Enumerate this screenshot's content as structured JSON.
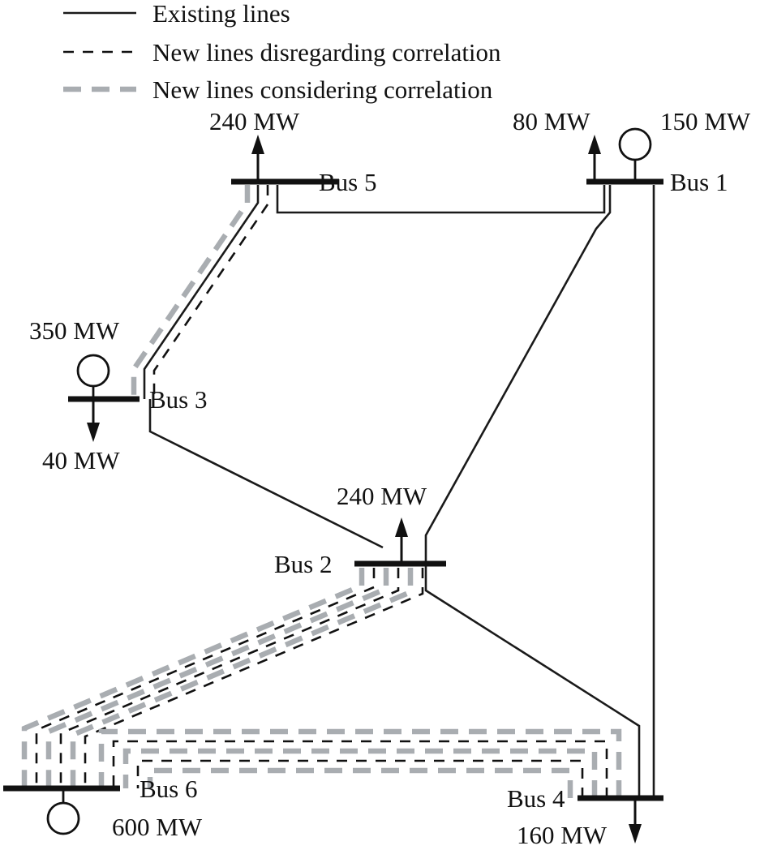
{
  "figure": {
    "kind": "power-system-one-line-diagram",
    "description": "Six-bus transmission expansion planning network"
  },
  "legend": {
    "items": [
      {
        "style": "solid-black",
        "label": "Existing lines"
      },
      {
        "style": "dashed-black",
        "label": "New lines disregarding correlation"
      },
      {
        "style": "dashed-gray",
        "label": "New lines considering correlation"
      }
    ]
  },
  "colors": {
    "existing": "#1a1a1a",
    "new_disregarding": "#111111",
    "new_considering": "#a9adb1",
    "busbar": "#111111",
    "background": "#ffffff"
  },
  "buses": [
    {
      "id": "bus1",
      "label": "Bus 1",
      "generation": "150 MW",
      "load": "80 MW"
    },
    {
      "id": "bus2",
      "label": "Bus 2",
      "generation": "",
      "load": "240 MW"
    },
    {
      "id": "bus3",
      "label": "Bus 3",
      "generation": "350 MW",
      "load": "40 MW"
    },
    {
      "id": "bus4",
      "label": "Bus 4",
      "generation": "",
      "load": "160 MW"
    },
    {
      "id": "bus5",
      "label": "Bus 5",
      "generation": "",
      "load": "240 MW"
    },
    {
      "id": "bus6",
      "label": "Bus 6",
      "generation": "600 MW",
      "load": ""
    }
  ],
  "annotations": {
    "bus5_load": "240 MW",
    "bus1_load": "80 MW",
    "bus1_gen": "150 MW",
    "bus3_gen": "350 MW",
    "bus3_load": "40 MW",
    "bus2_load": "240 MW",
    "bus6_gen": "600 MW",
    "bus4_load": "160 MW"
  },
  "corridors": [
    {
      "from": "bus5",
      "to": "bus3",
      "existing": 1,
      "new_disregarding": 1,
      "new_considering": 1
    },
    {
      "from": "bus5",
      "to": "bus1",
      "existing": 1,
      "new_disregarding": 0,
      "new_considering": 0
    },
    {
      "from": "bus3",
      "to": "bus2",
      "existing": 1,
      "new_disregarding": 0,
      "new_considering": 0
    },
    {
      "from": "bus1",
      "to": "bus2",
      "existing": 1,
      "new_disregarding": 0,
      "new_considering": 0
    },
    {
      "from": "bus1",
      "to": "bus4",
      "existing": 1,
      "new_disregarding": 0,
      "new_considering": 0
    },
    {
      "from": "bus2",
      "to": "bus4",
      "existing": 1,
      "new_disregarding": 0,
      "new_considering": 0
    },
    {
      "from": "bus2",
      "to": "bus6",
      "existing": 0,
      "new_disregarding": 3,
      "new_considering": 3
    },
    {
      "from": "bus4",
      "to": "bus6",
      "existing": 0,
      "new_disregarding": 2,
      "new_considering": 3
    }
  ]
}
